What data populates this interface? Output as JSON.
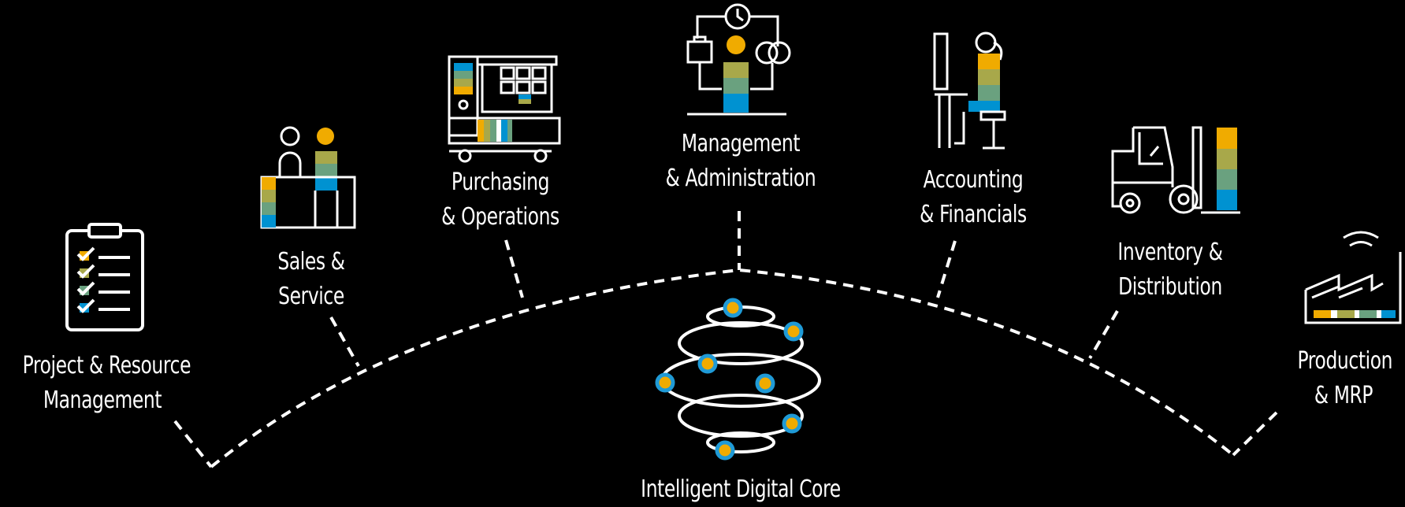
{
  "colors": {
    "background": "#000000",
    "stroke": "#ffffff",
    "orange": "#f0ab00",
    "olive": "#a8a84a",
    "teal": "#6aa17f",
    "blue": "#0092d1",
    "node_ring": "#1f9ad6"
  },
  "core": {
    "label": "Intelligent Digital Core",
    "icon": "globe-orbit-icon"
  },
  "modules": [
    {
      "id": "project",
      "line1": "Project & Resource",
      "line2": "Management",
      "icon": "clipboard-checklist-icon"
    },
    {
      "id": "sales",
      "line1": "Sales &",
      "line2": "Service",
      "icon": "people-counter-icon"
    },
    {
      "id": "purchasing",
      "line1": "Purchasing",
      "line2": "& Operations",
      "icon": "shop-cart-icon"
    },
    {
      "id": "management",
      "line1": "Management",
      "line2": "& Administration",
      "icon": "person-process-icon"
    },
    {
      "id": "accounting",
      "line1": "Accounting",
      "line2": "& Financials",
      "icon": "person-desk-icon"
    },
    {
      "id": "inventory",
      "line1": "Inventory &",
      "line2": "Distribution",
      "icon": "forklift-icon"
    },
    {
      "id": "production",
      "line1": "Production",
      "line2": "& MRP",
      "icon": "factory-icon"
    }
  ]
}
